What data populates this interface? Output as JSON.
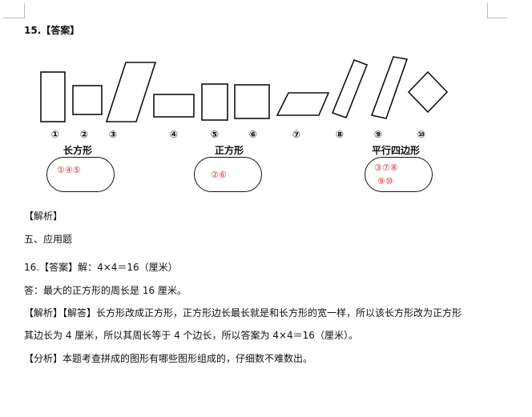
{
  "q15": {
    "title": "15.【答案】"
  },
  "figure": {
    "numbers": [
      "①",
      "②",
      "③",
      "④",
      "⑤",
      "⑥",
      "⑦",
      "⑧",
      "⑨",
      "⑩"
    ],
    "categories": {
      "rectangle": {
        "label": "长方形",
        "answer": "①④⑤"
      },
      "square": {
        "label": "正方形",
        "answer": "②⑥"
      },
      "parallelogram": {
        "label": "平行四边形",
        "answer_line1": "③⑦⑧",
        "answer_line2": "⑨⑩"
      }
    }
  },
  "analysis_label": "【解析】",
  "section_title": "五、应用题",
  "q16": {
    "answer_line": "16.【答案】解：4×4＝16（厘米）",
    "answer_sentence": "答：最大的正方形的周长是 16 厘米。",
    "explain_prefix": "【解析】【解答】",
    "explain_line1": "长方形改成正方形，正方形边长最长就是和长方形的宽一样，所以该长方形改为正方形",
    "explain_line2": "其边长为 4 厘米，所以其周长等于 4 个边长，所以答案为 4×4＝16（厘米）。",
    "analysis_prefix": "【分析】",
    "analysis_text": "本题考查拼成的图形有哪些图形组成的，仔细数不难数出。"
  }
}
